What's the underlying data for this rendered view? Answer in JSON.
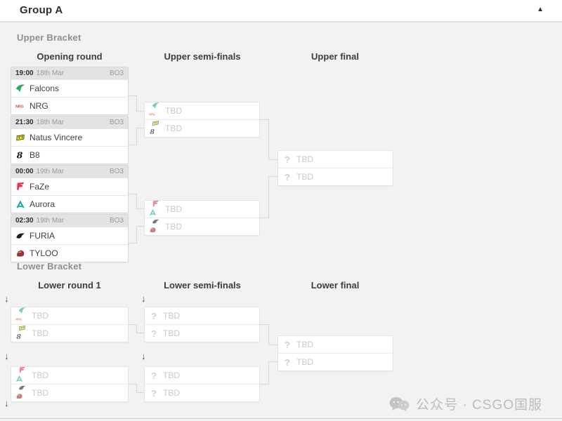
{
  "header": {
    "title": "Group A",
    "collapse_icon": "▲"
  },
  "icons": {
    "question": "?",
    "drop_arrow": "↓",
    "falcons": "green falcon swoosh #27ae60",
    "nrg": "orange-red NRG wordmark #d9472b",
    "navi": "yellow Natus Vincere flag #f2e50b",
    "b8": "black stylized 8 glyph #161616",
    "faze": "red FaZe claw #e4354f",
    "aurora": "teal Aurora letter A #14b094",
    "furia": "black FURIA panther #1f1f1f",
    "tyloo": "maroon TYLOO beast #9a3434",
    "wechat": "gray chat-bubbles watermark icon"
  },
  "upper": {
    "label": "Upper Bracket",
    "columns": [
      "Opening round",
      "Upper semi-finals",
      "Upper final"
    ],
    "matches": [
      {
        "time": "19:00",
        "date": "18th Mar",
        "format": "BO3",
        "teams": [
          {
            "name": "Falcons"
          },
          {
            "name": "NRG"
          }
        ]
      },
      {
        "time": "21:30",
        "date": "18th Mar",
        "format": "BO3",
        "teams": [
          {
            "name": "Natus Vincere"
          },
          {
            "name": "B8"
          }
        ]
      },
      {
        "time": "00:00",
        "date": "19th Mar",
        "format": "BO3",
        "teams": [
          {
            "name": "FaZe"
          },
          {
            "name": "Aurora"
          }
        ]
      },
      {
        "time": "02:30",
        "date": "19th Mar",
        "format": "BO3",
        "teams": [
          {
            "name": "FURIA"
          },
          {
            "name": "TYLOO"
          }
        ]
      }
    ],
    "semifinals": [
      {
        "rows": [
          {
            "label": "TBD"
          },
          {
            "label": "TBD"
          }
        ]
      },
      {
        "rows": [
          {
            "label": "TBD"
          },
          {
            "label": "TBD"
          }
        ]
      }
    ],
    "final": {
      "rows": [
        {
          "label": "TBD"
        },
        {
          "label": "TBD"
        }
      ]
    }
  },
  "lower": {
    "label": "Lower Bracket",
    "columns": [
      "Lower round 1",
      "Lower semi-finals",
      "Lower final"
    ],
    "round1": [
      {
        "rows": [
          {
            "label": "TBD"
          },
          {
            "label": "TBD"
          }
        ]
      },
      {
        "rows": [
          {
            "label": "TBD"
          },
          {
            "label": "TBD"
          }
        ]
      }
    ],
    "semifinals": [
      {
        "rows": [
          {
            "label": "TBD"
          },
          {
            "label": "TBD"
          }
        ]
      },
      {
        "rows": [
          {
            "label": "TBD"
          },
          {
            "label": "TBD"
          }
        ]
      }
    ],
    "final": {
      "rows": [
        {
          "label": "TBD"
        },
        {
          "label": "TBD"
        }
      ]
    }
  },
  "watermark": {
    "text": "公众号 · CSGO国服"
  },
  "colors": {
    "page_bg": "#f2f2f3",
    "panel_bg": "#ffffff",
    "match_header_bg": "#e3e3e3",
    "connector": "#d6d6d6",
    "tbd_text": "#c9c9c9",
    "falcons_green": "#27ae60",
    "faze_red": "#e4354f",
    "navi_yellow": "#f2e50b",
    "aurora_teal": "#14b094"
  }
}
